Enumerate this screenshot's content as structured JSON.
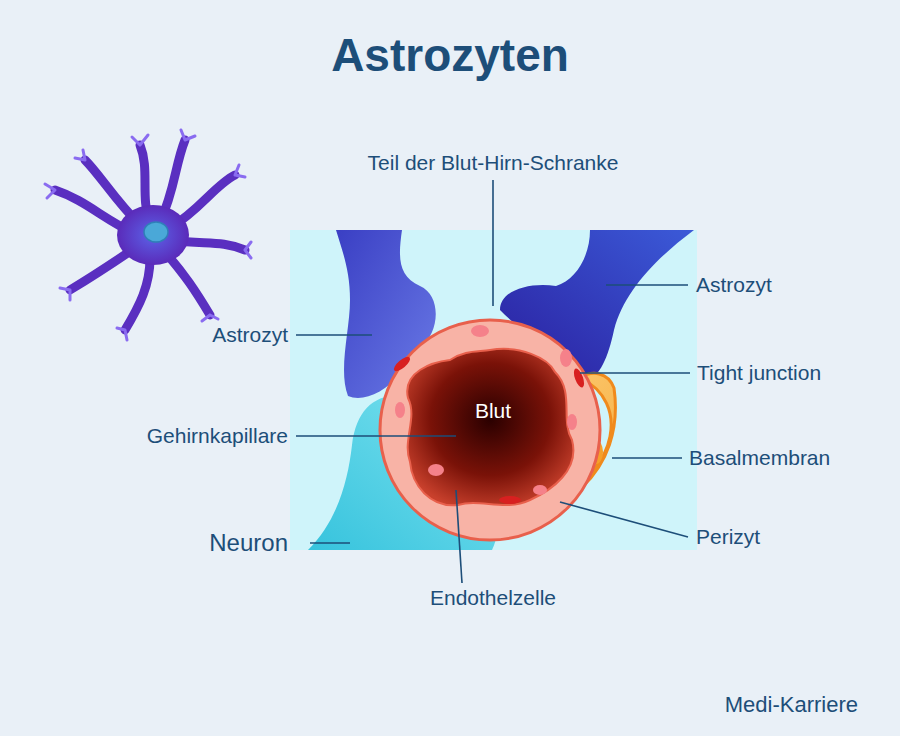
{
  "diagram": {
    "title": "Astrozyten",
    "labels": [
      "Teil der Blut-Hirn-Schranke",
      "Astrozyt",
      "Astrozyt",
      "Tight junction",
      "Gehirnkapillare",
      "Basalmembran",
      "Blut",
      "Neuron",
      "Perizyt",
      "Endothelzelle",
      "Medi-Karriere"
    ]
  }
}
